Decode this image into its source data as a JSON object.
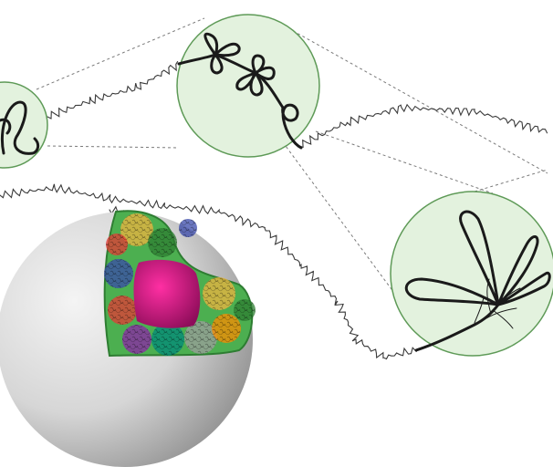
{
  "colors": {
    "background": "#ffffff",
    "zoom_circle_fill": "#e3f2de",
    "zoom_circle_stroke": "#5e9a57",
    "chromatin_line": "#1a1a1a",
    "fiber_line": "#3a3a3a",
    "guide_line": "#7a7a7a",
    "nucleus_sphere_light": "#f2f2f2",
    "nucleus_sphere_dark": "#8a8a8a",
    "nuclear_envelope": "#4caf50",
    "nucleolus": "#c2187a",
    "territory_colors": [
      "#f0b440",
      "#2e7d32",
      "#3949ab",
      "#e53935",
      "#8e24aa",
      "#00897b",
      "#9e9e9e",
      "#fb8c00"
    ]
  },
  "icons": {
    "nucleus": "nucleus-cutaway-sphere",
    "zoom_left": "chromatin-loop-detail",
    "zoom_top": "rosette-loop-detail",
    "zoom_right": "loop-cluster-detail"
  }
}
